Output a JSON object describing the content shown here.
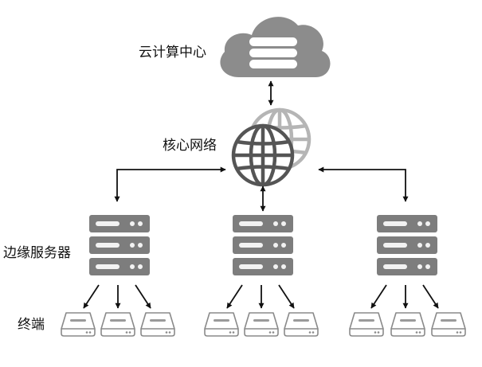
{
  "labels": {
    "cloud": "云计算中心",
    "core": "核心网络",
    "edge": "边缘服务器",
    "terminal": "终端"
  },
  "colors": {
    "cloud": "#8c8c8c",
    "server": "#7d7d7d",
    "server_light": "#f2f2f2",
    "globe_back": "#b5b5b5",
    "globe_front": "#555555",
    "device": "#8a8a8a",
    "line": "#111111"
  },
  "icons": [
    "cloud-icon",
    "globe-icon",
    "server-icon",
    "terminal-icon"
  ]
}
